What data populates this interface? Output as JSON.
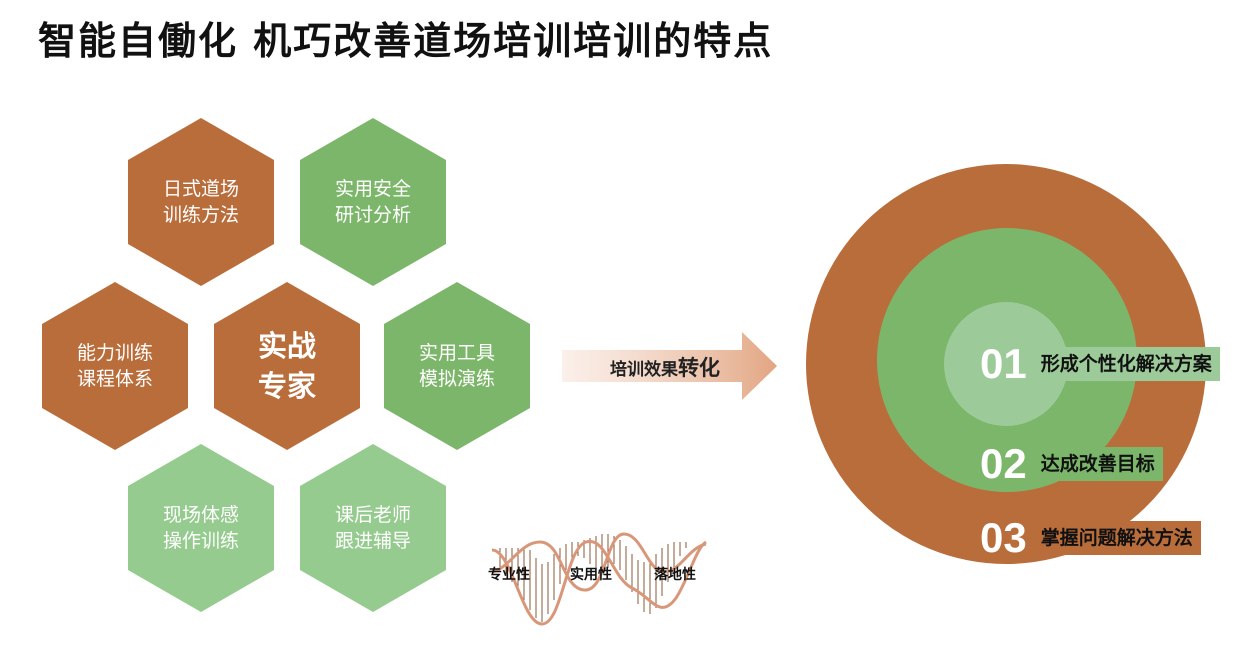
{
  "title": "智能自働化 机巧改善道场培训培训的特点",
  "hexagons": {
    "h1": {
      "line1": "日式道场",
      "line2": "训练方法"
    },
    "h2": {
      "line1": "实用安全",
      "line2": "研讨分析"
    },
    "h3": {
      "line1": "能力训练",
      "line2": "课程体系"
    },
    "center": {
      "line1": "实战",
      "line2": "专家"
    },
    "h4": {
      "line1": "实用工具",
      "line2": "模拟演练"
    },
    "h5": {
      "line1": "现场体感",
      "line2": "操作训练"
    },
    "h6": {
      "line1": "课后老师",
      "line2": "跟进辅导"
    }
  },
  "arrow": {
    "prefix": "培训效果",
    "emphasis": "转化"
  },
  "wave_labels": [
    "专业性",
    "实用性",
    "落地性"
  ],
  "rings": [
    {
      "num": "01",
      "label": "形成个性化解决方案"
    },
    {
      "num": "02",
      "label": "达成改善目标"
    },
    {
      "num": "03",
      "label": "掌握问题解决方法"
    }
  ],
  "colors": {
    "brown": "#b96d3b",
    "green": "#7cb66a",
    "light_green": "#9ccb99"
  }
}
